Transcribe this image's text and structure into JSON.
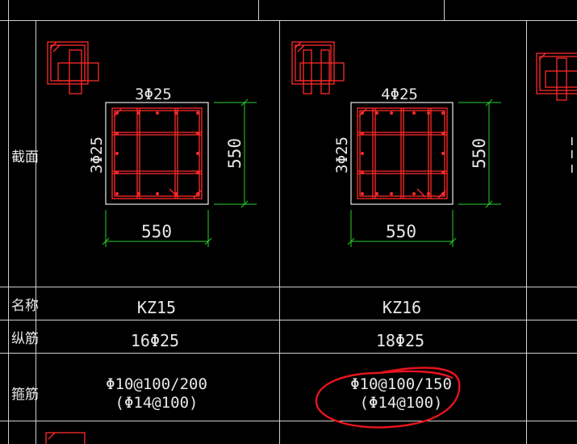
{
  "row_labels": {
    "section": "截面",
    "name": "名称",
    "longitudinal": "纵筋",
    "stirrup": "箍筋"
  },
  "columns": [
    {
      "name": "KZ15",
      "longitudinal": "16Φ25",
      "stirrup_line1": "Φ10@100/200",
      "stirrup_line2": "(Φ14@100)",
      "top_bars": "3Φ25",
      "side_bars": "3Φ25",
      "width_dim": "550",
      "height_dim": "550"
    },
    {
      "name": "KZ16",
      "longitudinal": "18Φ25",
      "stirrup_line1": "Φ10@100/150",
      "stirrup_line2": "(Φ14@100)",
      "top_bars": "4Φ25",
      "side_bars": "3Φ25",
      "width_dim": "550",
      "height_dim": "550"
    }
  ],
  "colors": {
    "background": "#000000",
    "grid_lines": "#cfcfcf",
    "rebar": "#ff2a2a",
    "dimension": "#28d228",
    "annotation_circle": "#e8141e"
  }
}
